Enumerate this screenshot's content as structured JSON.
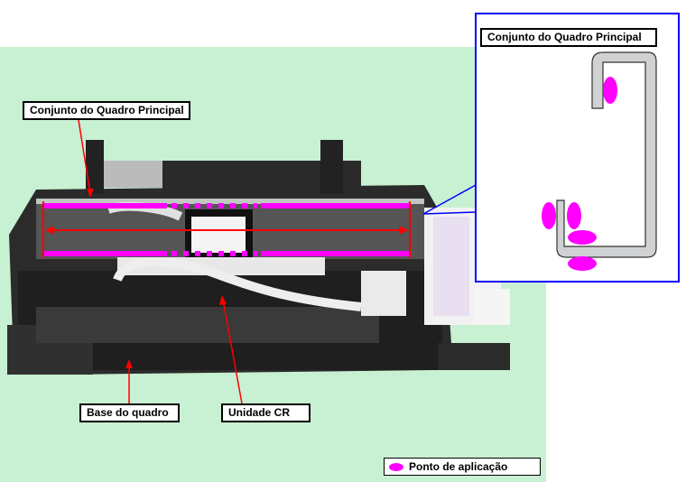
{
  "labels": {
    "main_frame": "Conjunto do Quadro Principal",
    "main_frame_inset": "Conjunto do Quadro Principal",
    "frame_base": "Base do quadro",
    "cr_unit": "Unidade CR"
  },
  "legend": {
    "label": "Ponto de aplicação",
    "icon": "magenta-ellipse"
  },
  "colors": {
    "application_point": "#ff00ff",
    "pointer": "#ff0000",
    "inset_border": "#0000ff",
    "background": "#c8f0d0"
  }
}
